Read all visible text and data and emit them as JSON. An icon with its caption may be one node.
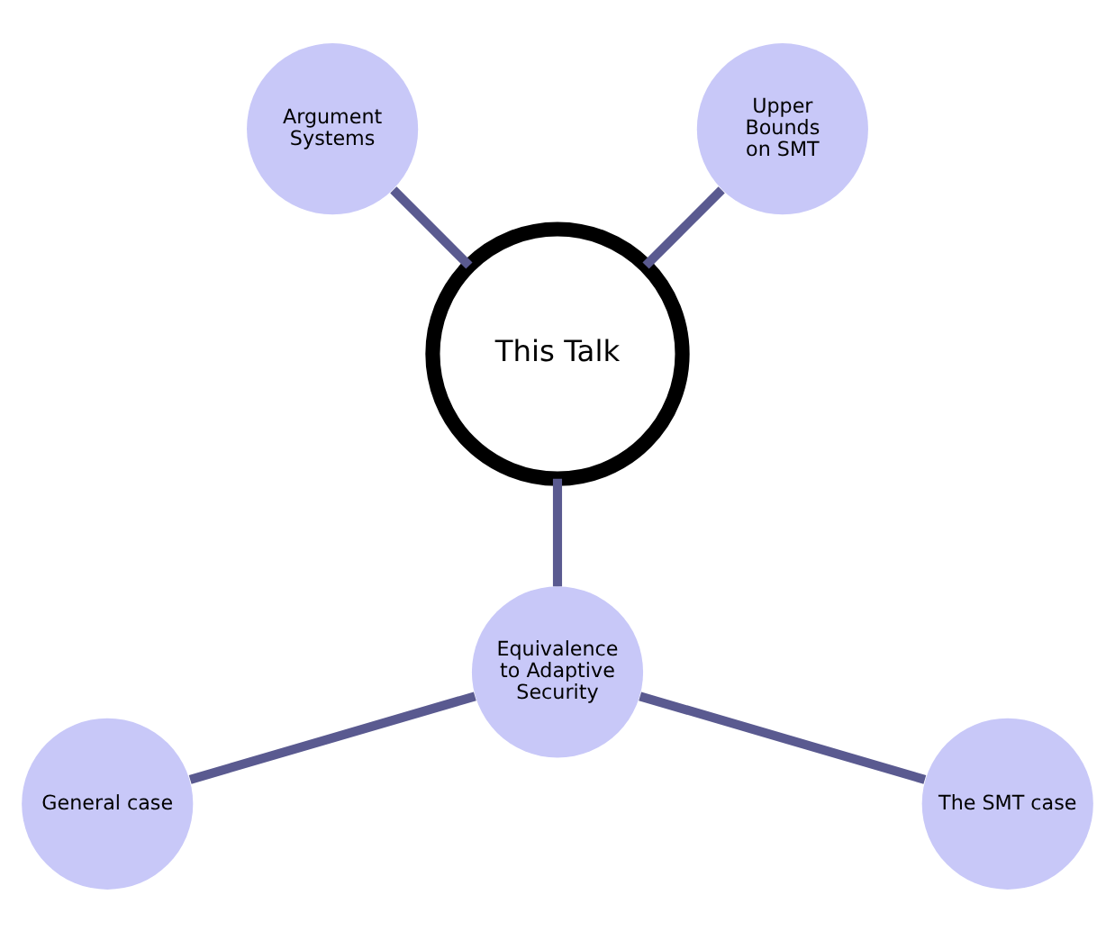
{
  "diagram": {
    "nodes": [
      {
        "text": [
          "This Talk"
        ]
      },
      {
        "text": [
          "Upper Bounds on SMT"
        ]
      },
      {
        "text": [
          "Argument Systems"
        ]
      },
      {
        "text": [
          "Equivalence to Adaptive Security"
        ]
      },
      {
        "text": [
          "General case"
        ]
      },
      {
        "text": [
          "The SMT case"
        ]
      }
    ],
    "edges": [
      {
        "from": 0,
        "to": 1,
        "arrow": "none"
      },
      {
        "from": 0,
        "to": 2,
        "arrow": "none"
      },
      {
        "from": 0,
        "to": 3,
        "arrow": "none"
      },
      {
        "from": 3,
        "to": 4,
        "arrow": "none"
      },
      {
        "from": 3,
        "to": 5,
        "arrow": "none"
      }
    ]
  }
}
